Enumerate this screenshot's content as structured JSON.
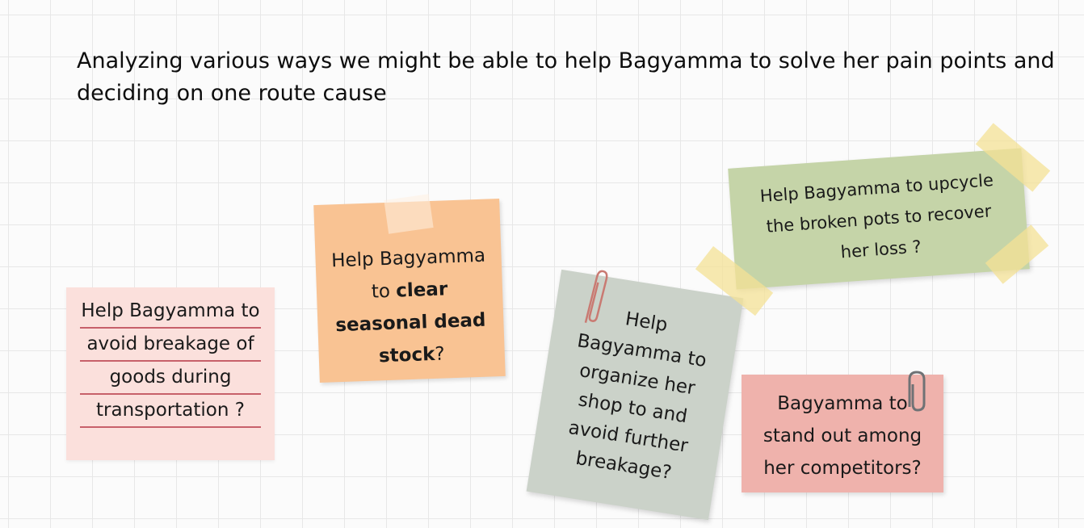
{
  "heading": "Analyzing various ways we might be able to help Bagyamma to solve her pain points and deciding  on one route cause",
  "notes": {
    "breakage": {
      "lines": [
        "Help Bagyamma to",
        "avoid breakage of",
        "goods during",
        "transportation ?"
      ]
    },
    "dead_stock": {
      "line1": "Help Bagyamma",
      "to": "to",
      "clear": "clear",
      "seasonal": "seasonal dead",
      "stock": "stock",
      "qmark": "?"
    },
    "organize": {
      "lines": [
        "Help",
        "Bagyamma to",
        "organize her",
        "shop to and",
        "avoid further",
        "breakage?"
      ]
    },
    "upcycle": {
      "lines": [
        "Help Bagyamma to upcycle",
        "the broken pots to recover",
        "her loss ?"
      ]
    },
    "stand_out": {
      "lines": [
        "Bagyamma to",
        "stand out among",
        "her competitors?"
      ]
    }
  },
  "colors": {
    "pink_note": "#fbe0dc",
    "orange_note": "#f9c393",
    "gray_note": "#cbd2c9",
    "green_note": "#c5d4a8",
    "red_note": "#efb2ac",
    "tape": "#f4e296",
    "underline": "#c7606a"
  },
  "icons": [
    "paperclip-icon",
    "paperclip-icon"
  ]
}
